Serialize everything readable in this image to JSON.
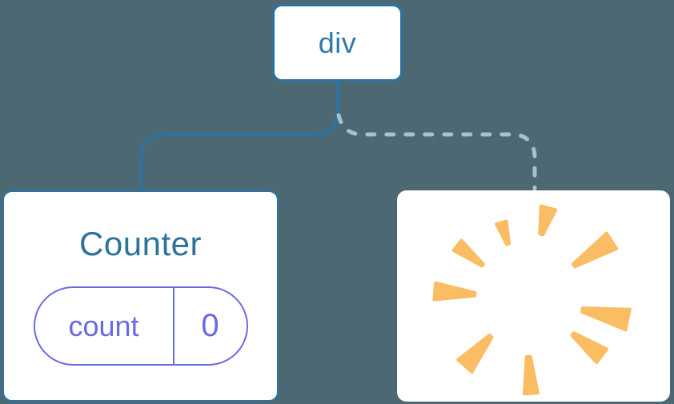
{
  "colors": {
    "background": "#4C6973",
    "node_bg": "#FFFFFF",
    "node_border": "#2D73A2",
    "root_label": "#2E7BAD",
    "counter_title": "#2D739B",
    "state_accent": "#6A6AE0",
    "edge_solid": "#2D73A2",
    "edge_dashed": "#A4C2D6",
    "poof": "#FABD64"
  },
  "tree": {
    "root": {
      "label": "div"
    },
    "children": [
      {
        "title": "Counter",
        "state": {
          "name": "count",
          "value": "0"
        }
      },
      {
        "type": "removed",
        "icon": "poof-icon"
      }
    ]
  }
}
